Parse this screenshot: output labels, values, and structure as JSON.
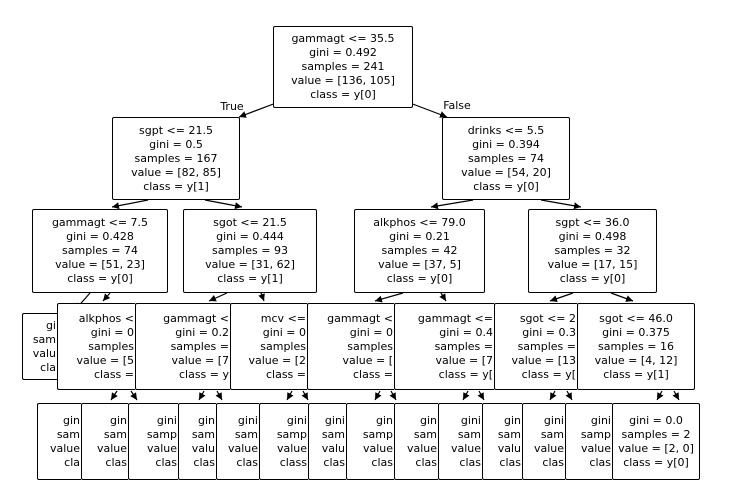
{
  "figure": {
    "background": "#ffffff",
    "box_fill": "#ffffff",
    "box_border_color": "#000000",
    "text_color": "#000000"
  },
  "edge_labels": {
    "true_label": "True",
    "false_label": "False"
  },
  "tree": {
    "levels": [
      {
        "nodes": [
          {
            "text": "gammagt <= 35.5\ngini = 0.492\nsamples = 241\nvalue = [136, 105]\nclass = y[0]"
          }
        ]
      },
      {
        "nodes": [
          {
            "text": "sgpt <= 21.5\ngini = 0.5\nsamples = 167\nvalue = [82, 85]\nclass = y[1]"
          },
          {
            "text": "drinks <= 5.5\ngini = 0.394\nsamples = 74\nvalue = [54, 20]\nclass = y[0]"
          }
        ]
      },
      {
        "nodes": [
          {
            "text": "gammagt <= 7.5\ngini = 0.428\nsamples = 74\nvalue = [51, 23]\nclass = y[0]"
          },
          {
            "text": "sgot <= 21.5\ngini = 0.444\nsamples = 93\nvalue = [31, 62]\nclass = y[1]"
          },
          {
            "text": "alkphos <= 79.0\ngini = 0.21\nsamples = 42\nvalue = [37, 5]\nclass = y[0]"
          },
          {
            "text": "sgpt <= 36.0\ngini = 0.498\nsamples = 32\nvalue = [17, 15]\nclass = y[0]"
          }
        ]
      },
      {
        "nodes": [
          {
            "text": "gi\nsam\nvalu\ncla",
            "truncated": true
          },
          {
            "text": "alkphos <\ngini = 0\nsamples\nvalue = [5\nclass =",
            "truncated": true
          },
          {
            "text": "gammagt <\ngini = 0.2\nsamples =\nvalue = [7\nclass = y",
            "truncated": true
          },
          {
            "text": "mcv <=\ngini = 0\nsamples\nvalue = [2\nclass =",
            "truncated": true
          },
          {
            "text": "gammagt <\ngini = 0\nsamples\nvalue = [\nclass =",
            "truncated": true
          },
          {
            "text": "gammagt <=\ngini = 0.4\nsamples =\nvalue = [7\nclass = y[",
            "truncated": true
          },
          {
            "text": "sgot <= 2\ngini = 0.3\nsamples =\nvalue = [13\nclass = y[",
            "truncated": true
          },
          {
            "text": "sgot <= 46.0\ngini = 0.375\nsamples = 16\nvalue = [4, 12]\nclass = y[1]"
          }
        ]
      },
      {
        "nodes": [
          {
            "text": "gin\nsam\nvalue\ncla",
            "truncated": true
          },
          {
            "text": "gin\nsam\nvalue\nclas",
            "truncated": true
          },
          {
            "text": "gini\nsamp\nvalue\nclas",
            "truncated": true
          },
          {
            "text": "gin\nsam\nvalu\nclas",
            "truncated": true
          },
          {
            "text": "gini\nsam\nvalue\nclas",
            "truncated": true
          },
          {
            "text": "gini\nsamp\nvalue\nclass",
            "truncated": true
          },
          {
            "text": "gini\nsam\nvalu\nclas",
            "truncated": true
          },
          {
            "text": "gin\nsamp\nvalue\nclas",
            "truncated": true
          },
          {
            "text": "gin\nsam\nvalue\nclas",
            "truncated": true
          },
          {
            "text": "gini\nsam\nvalue\nclas",
            "truncated": true
          },
          {
            "text": "gin\nsam\nvalu\nclas",
            "truncated": true
          },
          {
            "text": "gini\nsam\nvalue\nclas",
            "truncated": true
          },
          {
            "text": "gini\nsamp\nvalue\nclas",
            "truncated": true
          },
          {
            "text": "gini = 0.0\nsamples = 2\nvalue = [2, 0]\nclass = y[0]"
          }
        ]
      }
    ]
  }
}
